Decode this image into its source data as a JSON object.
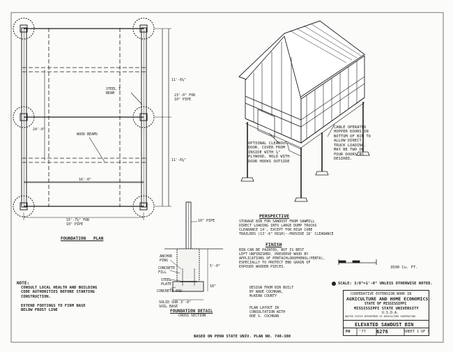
{
  "foundation_plan": {
    "title": "FOUNDATION   PLAN",
    "dim_overall": "23'-0\" FOR\n10\" PIPE",
    "dim_top": "11'-6⅝\"",
    "dim_bottom": "11'-6⅝\"",
    "dim_width": "24'-0\"",
    "dim_depth": "16'-0\"",
    "dim_base": "15'-7⅝\" FOR\n10\" PIPE",
    "steel_beam": "STEEL I\nBEAM",
    "wood_beams": "WOOD BEAMS"
  },
  "perspective_callouts": {
    "cleanout_door": "OPTIONAL CLEANOUT\nDOOR. COVER FROM\nINSIDE WITH ⅝\"\nPLYWOOD, HOLD WITH\nDOOR HOOKS OUTSIDE",
    "hopper_doors": "CABLE OPERATED\nHOPPER DOORS IN\nBOTTOM OF BIN TO\nALLOW DIRECT\nTRUCK LOADING.\nMAY BE TWO OR\nFOUR DOORS AS\nDESIRED."
  },
  "foundation_detail": {
    "title": "FOUNDATION DETAIL",
    "subtitle": "CROSS SECTION",
    "pipe": "10\" PIPE",
    "anchor": "ANCHOR\nPINS",
    "concrete_fill": "CONCRETE\nFILL",
    "steel_plate": "STEEL\nPLATE",
    "concrete_pad": "CONCRETE PAD",
    "subsoil": "SOLID SUB-\nSOIL BASE",
    "dim_depth": "5'-0\"",
    "dim_pad": "18\"",
    "dim_width": "3'-0\""
  },
  "notes": {
    "perspective_title": "PERSPECTIVE",
    "perspective_text": "STORAGE BIN FOR SAWDUST FROM SAWMILL\nDIRECT LOADING INTO LARGE DUMP TRUCKS\nCLEARANCE 14', EXCEPT FOR HIGH CUBE\nTRAILERS (13'-6\" HIGH)--PROVIDE 16' CLEARANCE",
    "finish_title": "FINISH",
    "finish_text": "BIN CAN BE PAINTED, BUT IS BEST\nLEFT UNFINISHED. PRESERVE WOOD BY\nAPPLICATIONS OF PENTACHLOROPHENOL(PENTA),\nESPECIALLY TO PROTECT END GRAIN OF\nEXPOSED WOODEN PIECES.",
    "design": "DESIGN FROM BIN BUILT\nBY WADE COCHRAN,\nMcKEAN COUNTY",
    "layout": "PLAN LAYOUT IN\nCONSULTATION WITH\nROE S. COCHRAN",
    "left_title": "NOTE:",
    "left_text": "CONSULT LOCAL HEALTH AND BUILDING\nCODE AUTHORITIES BEFORE STARTING\nCONSTRUCTION.\n\nEXTEND FOOTINGS TO FIRM BASE\nBELOW FROST LINE",
    "capacity": "3500 Cu. FT.",
    "scale": "SCALE: 3/8\"=1'-0\" UNLESS OTHERWISE NOTED.",
    "based_on": "BASED ON PENN STATE UNIV. PLAN NO. 740-380"
  },
  "title_block": {
    "line1": "COOPERATIVE EXTENSION WORK IN",
    "line2": "AGRICULTURE AND HOME ECONOMICS",
    "line3": "STATE OF MISSISSIPPI",
    "line4": "MISSISSIPPI STATE UNIVERSITY",
    "line5": "U.S.D.A.",
    "small": "UNITED STATES DEPARTMENT OF AGRICULTURE COOPERATING",
    "drawing_title": "ELEVATED SAWDUST BIN",
    "pa": "PA",
    "year": "'77",
    "number": "6276",
    "sheet": "SHEET 1 OF 3"
  }
}
